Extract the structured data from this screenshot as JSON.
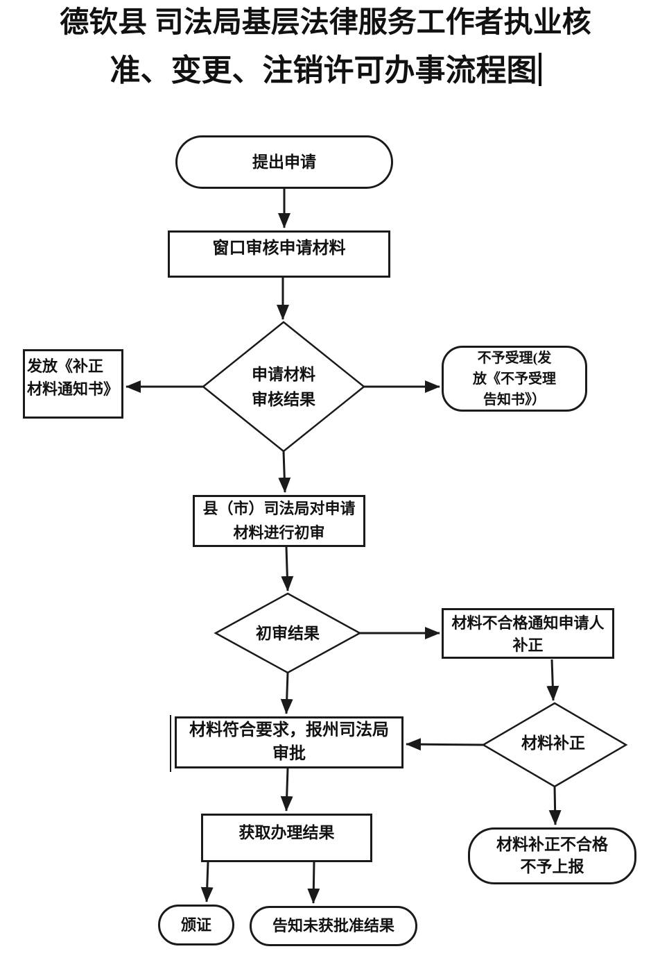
{
  "title": {
    "line1": "德钦县 司法局基层法律服务工作者执业核",
    "line2": "准、变更、注销许可办事流程图"
  },
  "nodes": {
    "start": {
      "label": "提出申请",
      "shape": "terminator"
    },
    "window_review": {
      "label": "窗口审核申请材料",
      "shape": "process"
    },
    "review_result": {
      "line1": "申请材料",
      "line2": "审核结果",
      "shape": "decision"
    },
    "issue_correction_notice": {
      "line1": "发放《补正",
      "line2": "材料通知书》",
      "shape": "process"
    },
    "not_accepted": {
      "line1": "不予受理(发",
      "line2": "放《不予受理",
      "line3": "告知书》）",
      "shape": "terminator"
    },
    "preliminary_review": {
      "line1": "县（市）司法局对申请",
      "line2": "材料进行初审",
      "shape": "process"
    },
    "preliminary_result": {
      "label": "初审结果",
      "shape": "decision"
    },
    "notify_correction": {
      "line1": "材料不合格通知申请人",
      "line2": "补正",
      "shape": "process"
    },
    "material_correction": {
      "label": "材料补正",
      "shape": "decision"
    },
    "report_approval": {
      "line1": "材料符合要求，报州司法局",
      "line2": "审批",
      "shape": "process"
    },
    "get_result": {
      "label": "获取办理结果",
      "shape": "process"
    },
    "issue_certificate": {
      "label": "颁证",
      "shape": "terminator"
    },
    "notify_rejection": {
      "label": "告知未获批准结果",
      "shape": "terminator"
    },
    "correction_failed": {
      "line1": "材料补正不合格",
      "line2": "不予上报",
      "shape": "terminator"
    }
  },
  "style": {
    "ink_color": "#1a1a1a",
    "background_color": "#ffffff"
  }
}
